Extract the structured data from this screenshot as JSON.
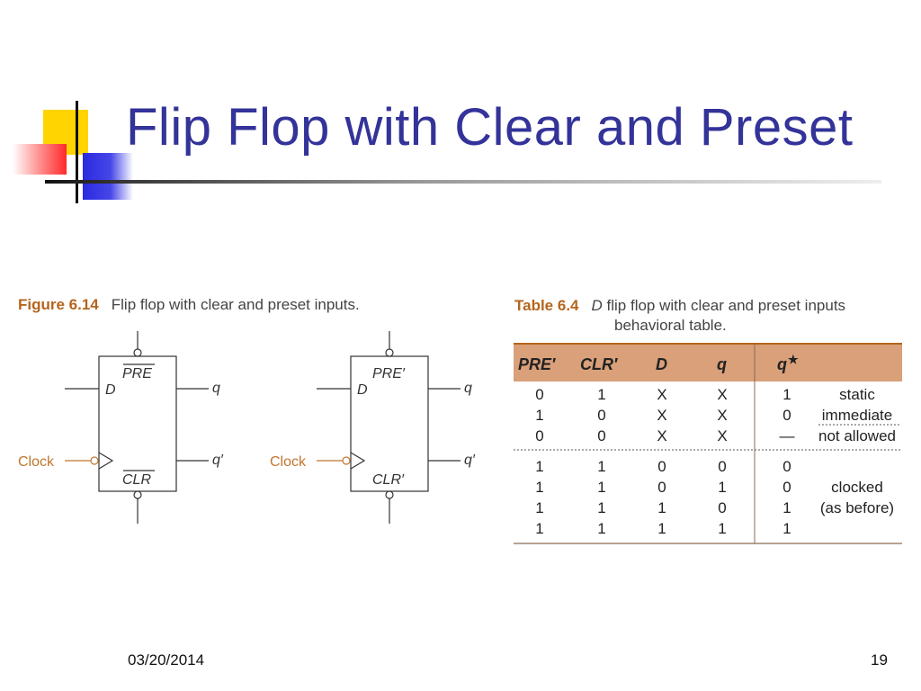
{
  "slide": {
    "title": "Flip Flop with Clear and Preset",
    "date": "03/20/2014",
    "page_number": "19"
  },
  "figure": {
    "label": "Figure 6.14",
    "caption": "Flip flop with clear and preset inputs.",
    "diagram_left": {
      "d": "D",
      "pre": "PRE",
      "clr": "CLR",
      "q": "q",
      "qbar": "q′",
      "clock": "Clock"
    },
    "diagram_right": {
      "d": "D",
      "pre": "PRE′",
      "clr": "CLR′",
      "q": "q",
      "qbar": "q′",
      "clock": "Clock"
    }
  },
  "table": {
    "label": "Table 6.4",
    "caption_italic": "D",
    "caption_rest": "flip flop with clear and preset inputs",
    "caption_line2": "behavioral table.",
    "headers": [
      "PRE′",
      "CLR′",
      "D",
      "q",
      "q",
      "★"
    ],
    "async_rows": [
      [
        "0",
        "1",
        "X",
        "X",
        "1",
        "static"
      ],
      [
        "1",
        "0",
        "X",
        "X",
        "0",
        "immediate"
      ],
      [
        "0",
        "0",
        "X",
        "X",
        "—",
        "not allowed"
      ]
    ],
    "clocked_rows": [
      [
        "1",
        "1",
        "0",
        "0",
        "0"
      ],
      [
        "1",
        "1",
        "0",
        "1",
        "0"
      ],
      [
        "1",
        "1",
        "1",
        "0",
        "1"
      ],
      [
        "1",
        "1",
        "1",
        "1",
        "1"
      ]
    ],
    "clocked_note_1": "clocked",
    "clocked_note_2": "(as before)"
  },
  "colors": {
    "title": "#333399",
    "caption_label": "#b5651d",
    "diagram_orange": "#c0762e",
    "table_header_bg": "#d9a07a"
  }
}
